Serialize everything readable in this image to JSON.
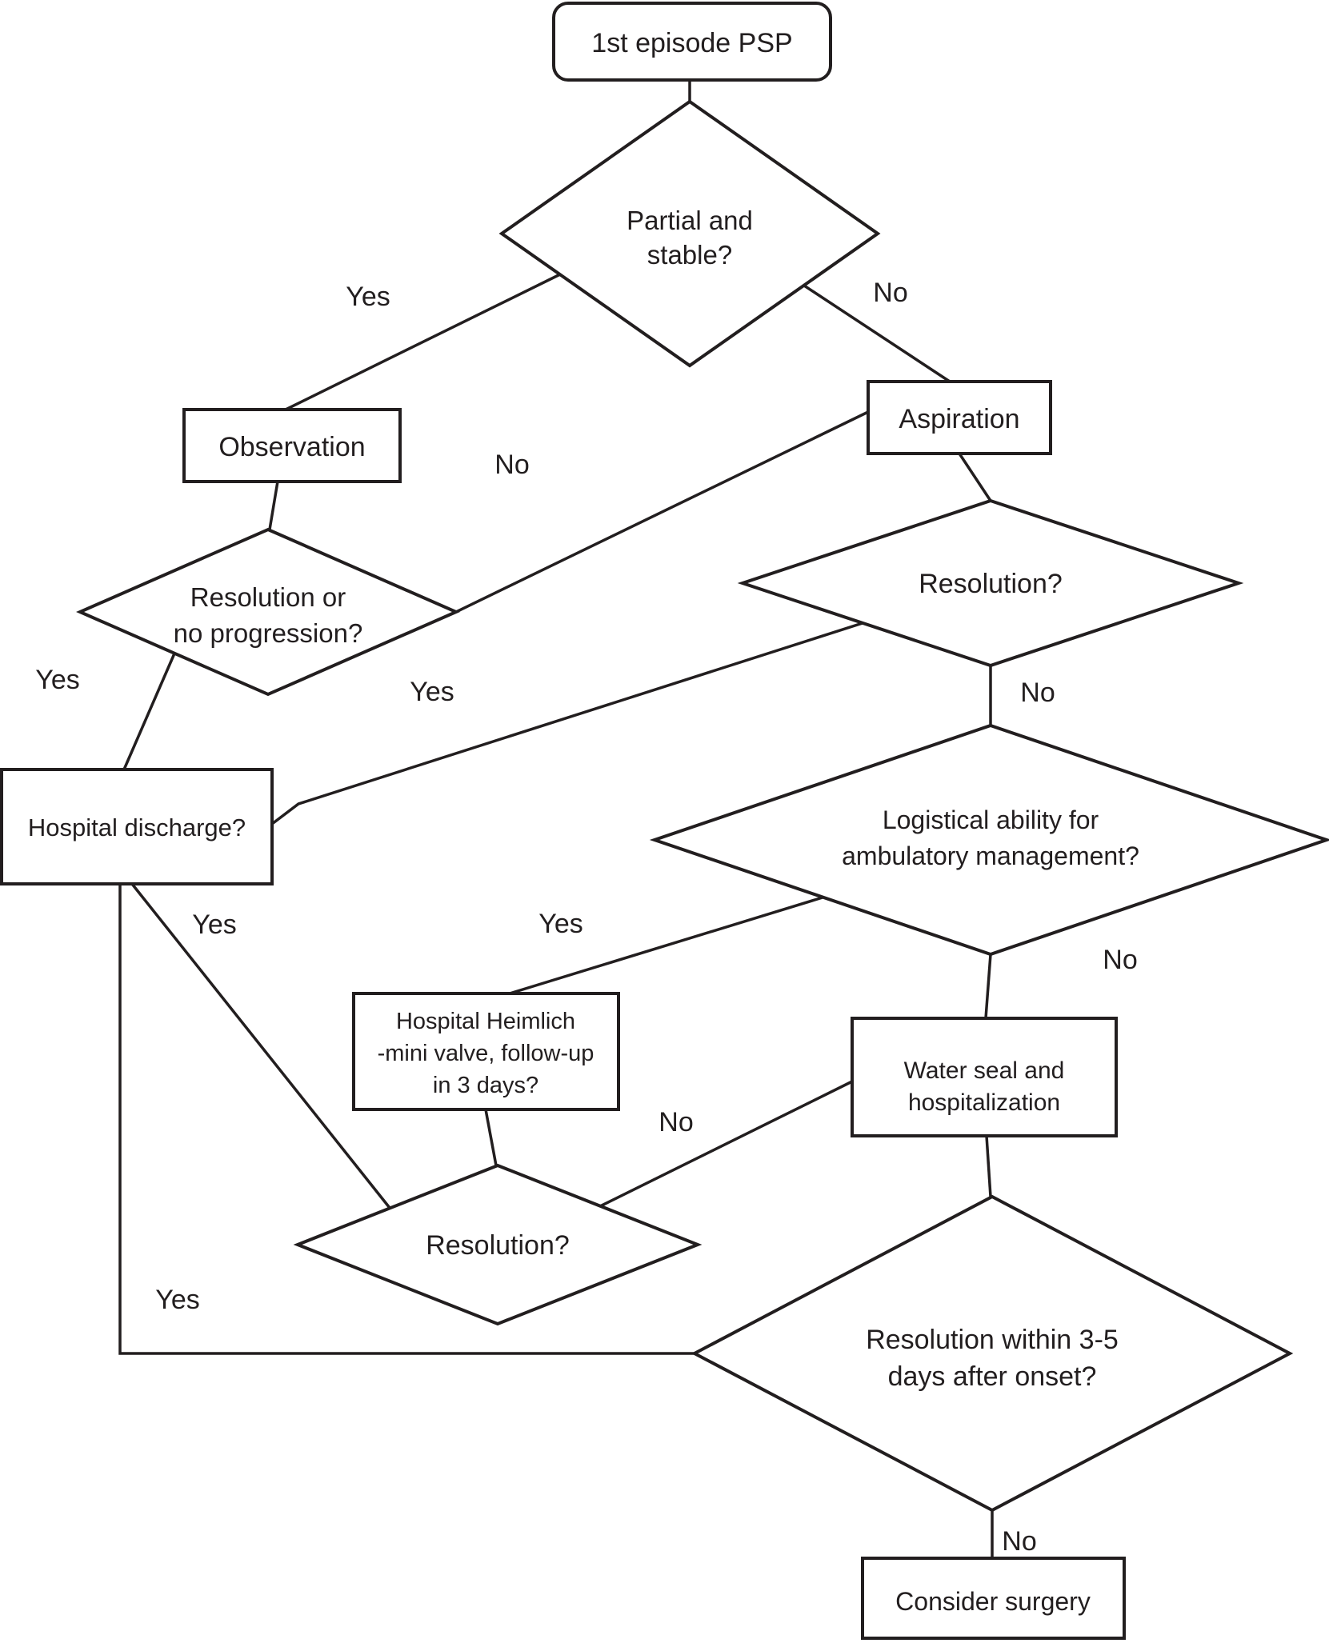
{
  "diagram_type": "flowchart",
  "colors": {
    "stroke": "#221e1f",
    "background": "#ffffff",
    "text": "#221e1f"
  },
  "nodes": {
    "start": {
      "label": "1st episode PSP"
    },
    "partial_stable": {
      "line1": "Partial and",
      "line2": "stable?"
    },
    "observation": {
      "label": "Observation"
    },
    "aspiration": {
      "label": "Aspiration"
    },
    "resolution_or_no_progression": {
      "line1": "Resolution or",
      "line2": "no progression?"
    },
    "resolution_after_aspiration": {
      "label": "Resolution?"
    },
    "hospital_discharge": {
      "label": "Hospital discharge?"
    },
    "logistical_ability": {
      "line1": "Logistical ability for",
      "line2": "ambulatory management?"
    },
    "heimlich_valve": {
      "line1": "Hospital Heimlich",
      "line2": "-mini valve, follow-up",
      "line3": "in 3 days?"
    },
    "water_seal": {
      "line1": "Water seal and",
      "line2": "hospitalization"
    },
    "resolution_after_heimlich": {
      "label": "Resolution?"
    },
    "resolution_3_5_days": {
      "line1": "Resolution within 3-5",
      "line2": "days after onset?"
    },
    "consider_surgery": {
      "label": "Consider surgery"
    }
  },
  "edge_labels": {
    "partial_yes": "Yes",
    "partial_no": "No",
    "resnoprog_yes": "Yes",
    "resnoprog_no": "No",
    "resolution1_yes": "Yes",
    "resolution1_no": "No",
    "logistical_yes": "Yes",
    "logistical_no": "No",
    "resolution2_yes": "Yes",
    "resolution2_no": "No",
    "resolution35_yes": "Yes",
    "resolution35_no": "No"
  }
}
